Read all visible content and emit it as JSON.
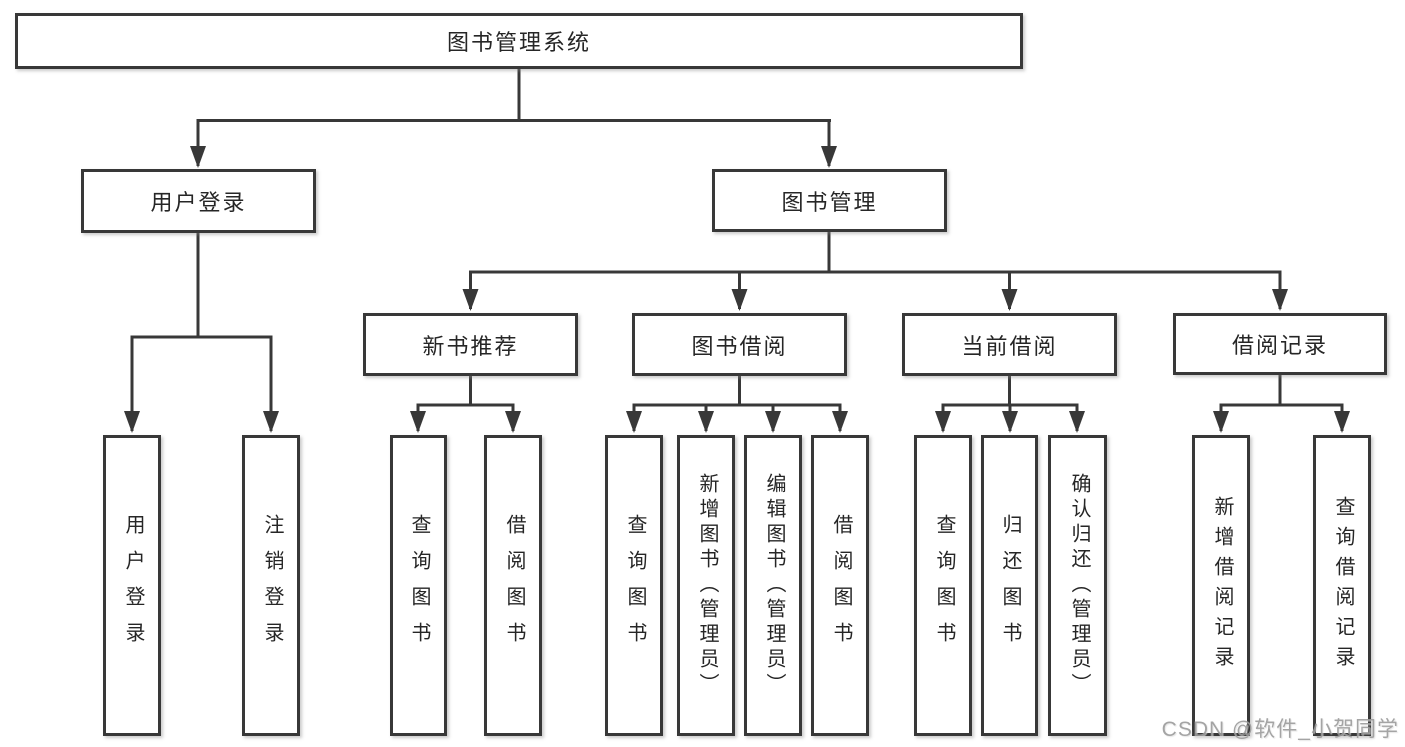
{
  "diagram": {
    "root": "图书管理系统",
    "user_login": {
      "label": "用户登录",
      "children": [
        "用户登录",
        "注销登录"
      ]
    },
    "book_management": {
      "label": "图书管理",
      "sections": [
        {
          "label": "新书推荐",
          "children": [
            "查询图书",
            "借阅图书"
          ]
        },
        {
          "label": "图书借阅",
          "children": [
            "查询图书",
            "新增图书（管理员）",
            "编辑图书（管理员）",
            "借阅图书"
          ]
        },
        {
          "label": "当前借阅",
          "children": [
            "查询图书",
            "归还图书",
            "确认归还（管理员）"
          ]
        },
        {
          "label": "借阅记录",
          "children": [
            "新增借阅记录",
            "查询借阅记录"
          ]
        }
      ]
    }
  },
  "watermark": "CSDN @软件_小贺同学",
  "colors": {
    "line": "#383838",
    "text": "#262626",
    "watermark": "#9b9b9b",
    "background": "#ffffff"
  }
}
